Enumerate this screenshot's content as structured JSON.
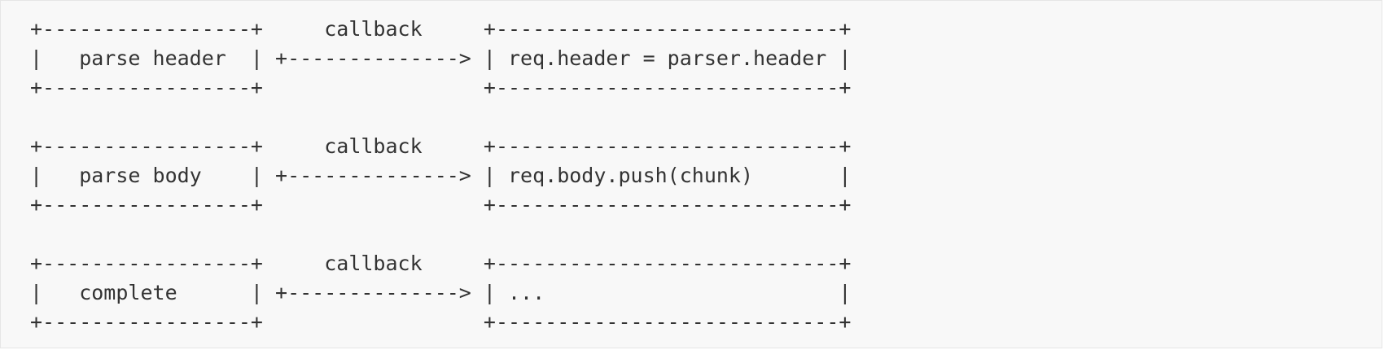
{
  "diagram": {
    "lines": [
      "+-----------------+     callback     +----------------------------+",
      "|   parse header  | +--------------> | req.header = parser.header |",
      "+-----------------+                  +----------------------------+",
      "",
      "+-----------------+     callback     +----------------------------+",
      "|   parse body    | +--------------> | req.body.push(chunk)       |",
      "+-----------------+                  +----------------------------+",
      "",
      "+-----------------+     callback     +----------------------------+",
      "|   complete      | +--------------> | ...                        |",
      "+-----------------+                  +----------------------------+"
    ]
  },
  "colors": {
    "background": "#f8f8f8",
    "border": "#e6e6e6",
    "text": "#333333"
  }
}
